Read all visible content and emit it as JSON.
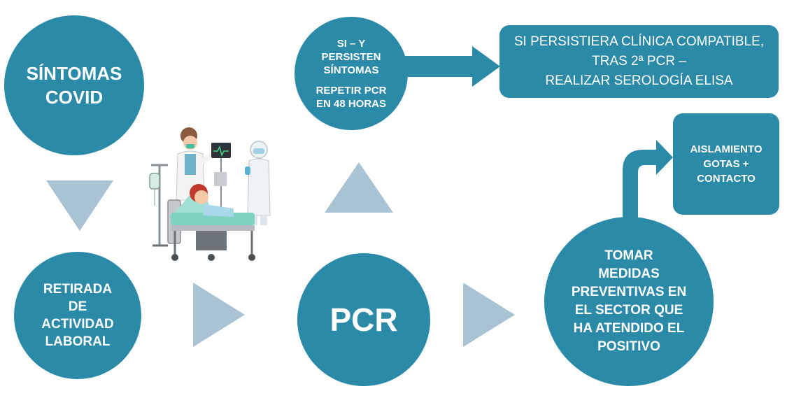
{
  "colors": {
    "circle_fill": "#2b8aa8",
    "arrow_fill": "#a9c3d3",
    "text": "#ffffff"
  },
  "nodes": {
    "sintomas": {
      "line1": "SÍNTOMAS",
      "line2": "COVID"
    },
    "retirada": {
      "line1": "RETIRADA",
      "line2": "DE",
      "line3": "ACTIVIDAD",
      "line4": "LABORAL"
    },
    "pcr": {
      "label": "PCR"
    },
    "persisten": {
      "line1": "SI – Y",
      "line2": "PERSISTEN",
      "line3": "SÍNTOMAS",
      "line4": "REPETIR PCR",
      "line5": "EN 48 HORAS"
    },
    "medidas": {
      "line1": "TOMAR",
      "line2": "MEDIDAS",
      "line3": "PREVENTIVAS EN",
      "line4": "EL SECTOR QUE",
      "line5": "HA ATENDIDO EL",
      "line6": "POSITIVO"
    },
    "serologia": {
      "line1": "SI PERSISTIERA CLÍNICA COMPATIBLE,",
      "line2": "TRAS 2ª PCR –",
      "line3": "REALIZAR SEROLOGÍA ELISA"
    },
    "aislamiento": {
      "line1": "AISLAMIENTO",
      "line2": "GOTAS +",
      "line3": "CONTACTO"
    }
  },
  "illustration": {
    "name": "hospital-patient-bed-illustration"
  }
}
